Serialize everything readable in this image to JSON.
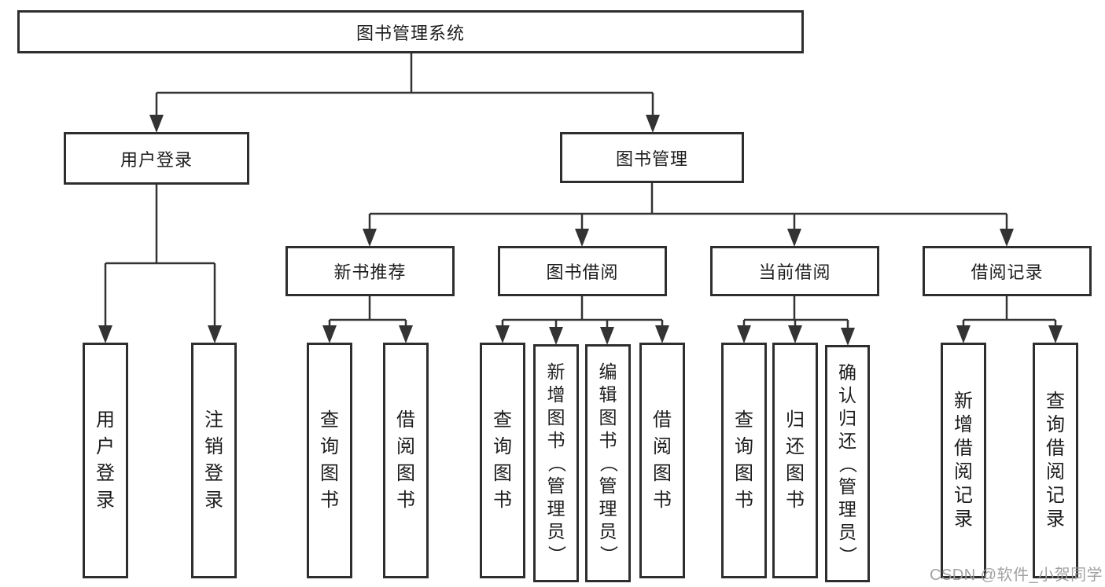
{
  "colors": {
    "line": "#333333",
    "box_border": "#2e2e2e",
    "text": "#1c1c1c",
    "background": "#ffffff",
    "watermark": "#9d9d9d"
  },
  "nodes": {
    "root": {
      "label": "图书管理系统"
    },
    "user_login": {
      "label": "用户登录"
    },
    "book_mgmt": {
      "label": "图书管理"
    },
    "new_book": {
      "label": "新书推荐"
    },
    "book_borrow": {
      "label": "图书借阅"
    },
    "current_borrow": {
      "label": "当前借阅"
    },
    "borrow_record": {
      "label": "借阅记录"
    },
    "leaves": {
      "ul_login": {
        "label": "用户登录"
      },
      "ul_logout": {
        "label": "注销登录"
      },
      "nb_query": {
        "label": "查询图书"
      },
      "nb_borrow": {
        "label": "借阅图书"
      },
      "bb_query": {
        "label": "查询图书"
      },
      "bb_add": {
        "label": "新增图书（管理员）"
      },
      "bb_edit": {
        "label": "编辑图书（管理员）"
      },
      "bb_borrow": {
        "label": "借阅图书"
      },
      "cb_query": {
        "label": "查询图书"
      },
      "cb_return": {
        "label": "归还图书"
      },
      "cb_confirm": {
        "label": "确认归还（管理员）"
      },
      "br_add": {
        "label": "新增借阅记录"
      },
      "br_query": {
        "label": "查询借阅记录"
      }
    }
  },
  "hierarchy": {
    "图书管理系统": {
      "用户登录": [
        "用户登录",
        "注销登录"
      ],
      "图书管理": {
        "新书推荐": [
          "查询图书",
          "借阅图书"
        ],
        "图书借阅": [
          "查询图书",
          "新增图书（管理员）",
          "编辑图书（管理员）",
          "借阅图书"
        ],
        "当前借阅": [
          "查询图书",
          "归还图书",
          "确认归还（管理员）"
        ],
        "借阅记录": [
          "新增借阅记录",
          "查询借阅记录"
        ]
      }
    }
  },
  "watermark": {
    "text": "CSDN @软件_小贺同学"
  }
}
